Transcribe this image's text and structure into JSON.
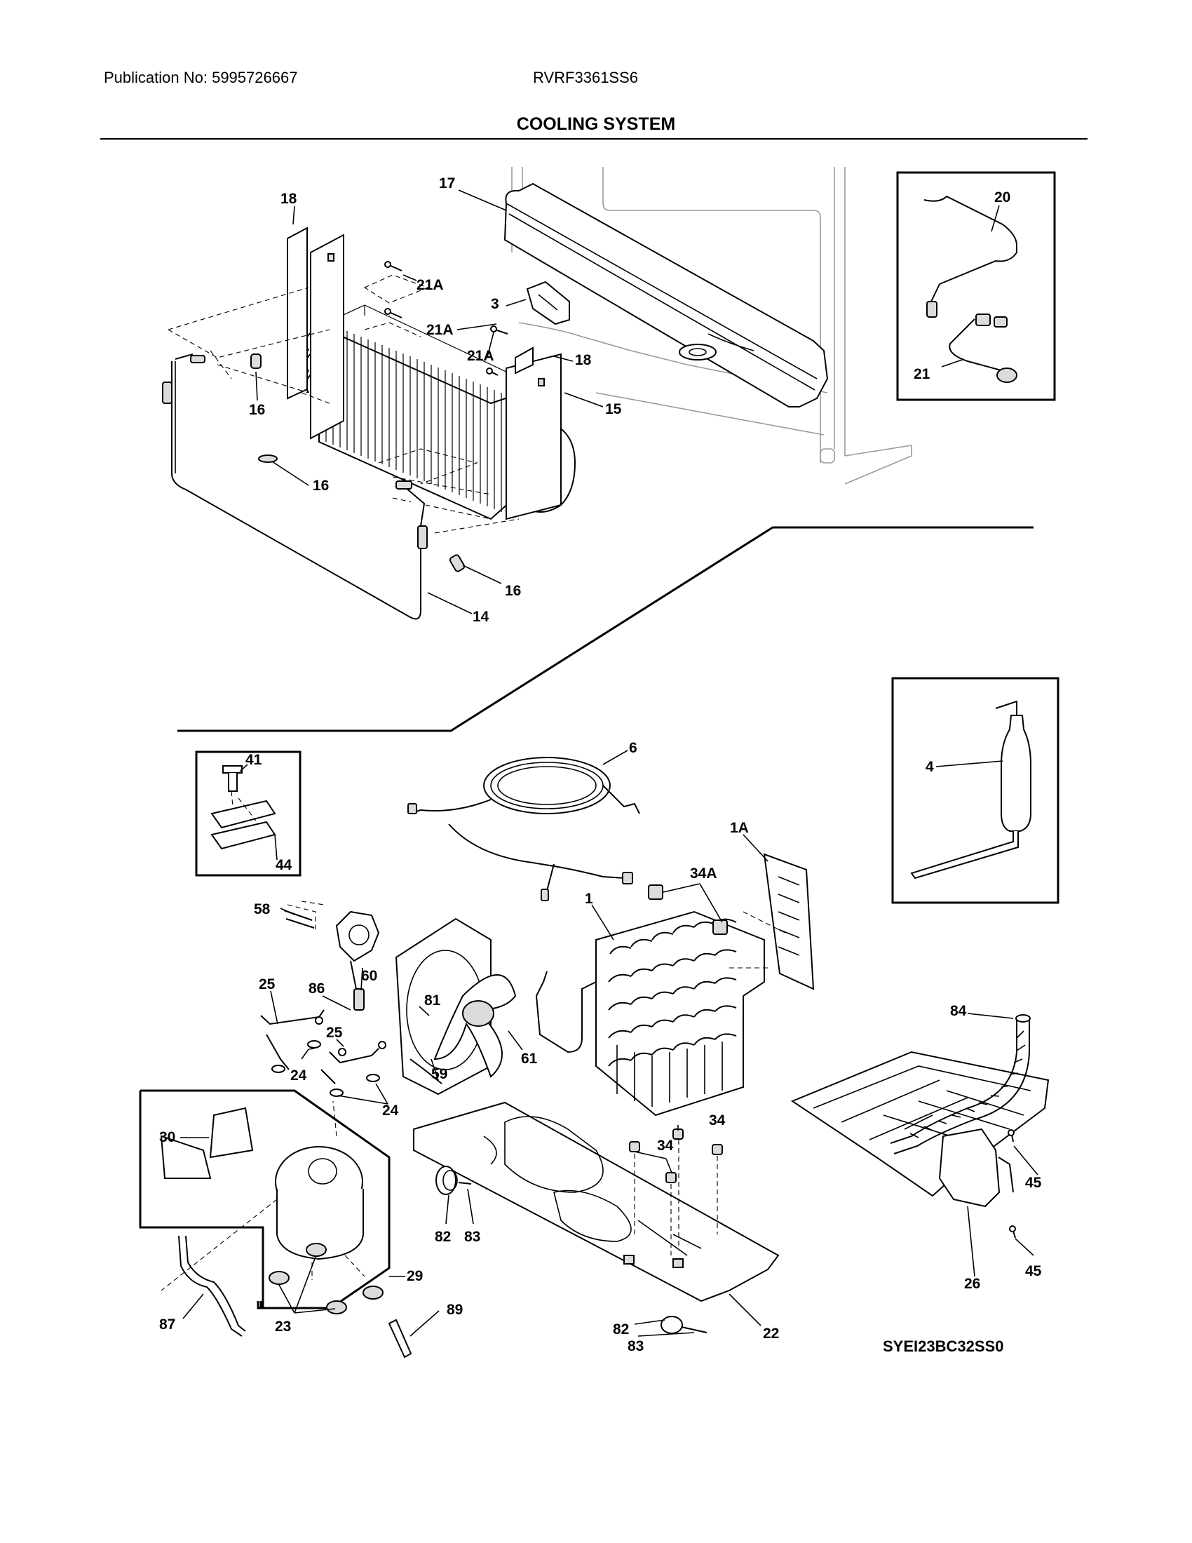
{
  "header": {
    "publication": "Publication No: 5995726667",
    "model": "RVRF3361SS6",
    "section_title": "COOLING SYSTEM"
  },
  "diagram_code": "SYEI23BC32SS0",
  "callouts": {
    "c17": "17",
    "c18a": "18",
    "c18b": "18",
    "c20": "20",
    "c21": "21",
    "c21a1": "21A",
    "c21a2": "21A",
    "c21a3": "21A",
    "c3": "3",
    "c15": "15",
    "c16a": "16",
    "c16b": "16",
    "c16c": "16",
    "c14": "14",
    "c41": "41",
    "c44": "44",
    "c6": "6",
    "c1a": "1A",
    "c4": "4",
    "c34a": "34A",
    "c1": "1",
    "c58": "58",
    "c60": "60",
    "c86": "86",
    "c81": "81",
    "c25a": "25",
    "c25b": "25",
    "c24a": "24",
    "c24b": "24",
    "c59": "59",
    "c61": "61",
    "c84": "84",
    "c34b": "34",
    "c34c": "34",
    "c30": "30",
    "c29": "29",
    "c82a": "82",
    "c83a": "83",
    "c45a": "45",
    "c45b": "45",
    "c26": "26",
    "c87": "87",
    "c23": "23",
    "c89": "89",
    "c82b": "82",
    "c83b": "83",
    "c22": "22"
  }
}
